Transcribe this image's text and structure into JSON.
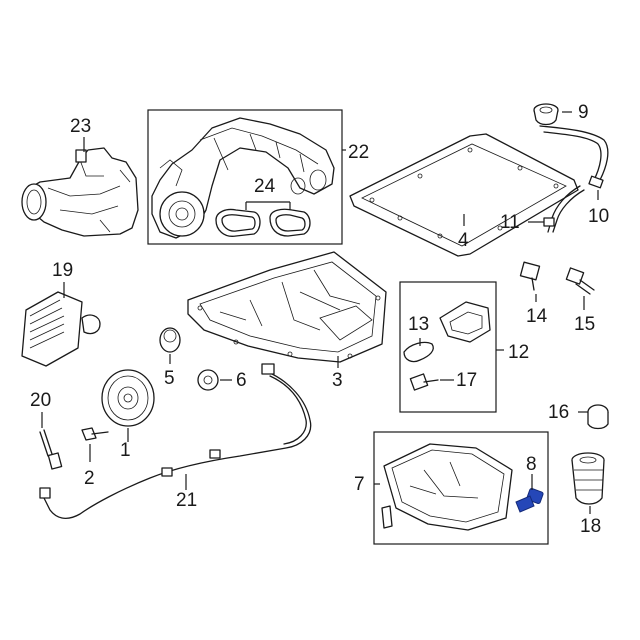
{
  "diagram": {
    "callouts": [
      {
        "id": "1",
        "label": "1"
      },
      {
        "id": "2",
        "label": "2"
      },
      {
        "id": "3",
        "label": "3"
      },
      {
        "id": "4",
        "label": "4"
      },
      {
        "id": "5",
        "label": "5"
      },
      {
        "id": "6",
        "label": "6"
      },
      {
        "id": "7",
        "label": "7"
      },
      {
        "id": "8",
        "label": "8"
      },
      {
        "id": "9",
        "label": "9"
      },
      {
        "id": "10",
        "label": "10"
      },
      {
        "id": "11",
        "label": "11"
      },
      {
        "id": "12",
        "label": "12"
      },
      {
        "id": "13",
        "label": "13"
      },
      {
        "id": "14",
        "label": "14"
      },
      {
        "id": "15",
        "label": "15"
      },
      {
        "id": "16",
        "label": "16"
      },
      {
        "id": "17",
        "label": "17"
      },
      {
        "id": "18",
        "label": "18"
      },
      {
        "id": "19",
        "label": "19"
      },
      {
        "id": "20",
        "label": "20"
      },
      {
        "id": "21",
        "label": "21"
      },
      {
        "id": "22",
        "label": "22"
      },
      {
        "id": "23",
        "label": "23"
      },
      {
        "id": "24",
        "label": "24"
      }
    ],
    "highlight_color": "#2547b8",
    "highlighted_part": "8"
  }
}
